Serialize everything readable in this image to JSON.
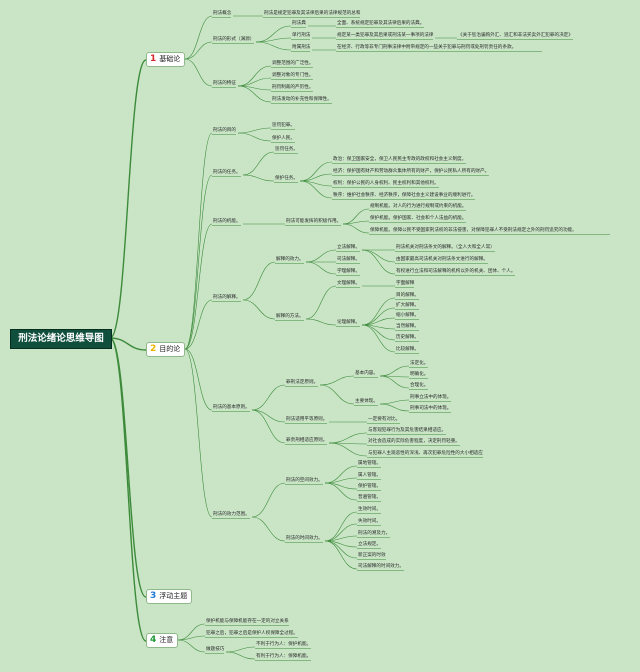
{
  "colors": {
    "background": "#c9e5c6",
    "line": "#3c8a3a",
    "root_bg": "#0f4f3b",
    "n1": "#d9262c",
    "n2": "#e9b500",
    "n3": "#1f7bd6",
    "n4": "#1f9a3a"
  },
  "root": "刑法论绪论思维导图",
  "branches": [
    {
      "num": "1",
      "label": "基础论"
    },
    {
      "num": "2",
      "label": "目的论"
    },
    {
      "num": "3",
      "label": "浮动主题"
    },
    {
      "num": "4",
      "label": "注意"
    }
  ],
  "nodes": [
    "刑法概念",
    "刑法是规定犯罪及其法律后果的法律规范的总和",
    "刑法的形式（渊源）",
    "刑法典",
    "全面、系统规定犯罪及其法律后果的法典。",
    "单行刑法",
    "规定某一类犯罪及其后果或刑法某一事项的法律",
    "《关于惩治骗购外汇、逃汇和非法买卖外汇犯罪的决定》",
    "附属刑法",
    "在经济、行政等非专门刑事法律中附带规定的一些关于犯罪与刑罚或处刑罚责任的条款。",
    "刑法的特征",
    "调整范围的广泛性。",
    "调整对象的专门性。",
    "刑罚制裁的严厉性。",
    "刑法发动的补充性和保障性。",
    "刑法的目的",
    "惩罚犯罪。",
    "保护人民。",
    "刑法的任务。",
    "惩罚任务。",
    "保护任务。",
    "政治：保卫国家安全，保卫人民民主专政的政权和社会主义制度。",
    "经济：保护国有财产和劳动群众集体所有的财产，保护公民私人所有的财产。",
    "权利：保护公民的人身权利、民主权利和其他权利。",
    "秩序：维护社会秩序、经济秩序，保障社会主义建设事业的顺利进行。",
    "刑法的机能。",
    "刑法可能发挥的积极作用。",
    "规制机能。对人的行为进行规制或约束的机能。",
    "保护机能。保护国家、社会和个人法益的机能。",
    "保障机能。保障公民不受国家刑法权的非法侵害，对保障犯罪人不受刑法规定之外的刑罚追究的功能。",
    "刑法的解释。",
    "解释的效力。",
    "立法解释。",
    "刑法机关对刑法条文的解释。（全人大和全人常）",
    "司法解释。",
    "由国家最高司法机关对刑法条文进行的解释。",
    "学理解释。",
    "有权进行立法和司法解释的机构以外的机关、团体、个人。",
    "解释的方法。",
    "文理解释。",
    "字面解释",
    "论理解释。",
    "目的解释。",
    "扩大解释。",
    "缩小解释。",
    "当然解释。",
    "历史解释。",
    "比较解释。",
    "刑法的基本原则。",
    "罪刑法定原则。",
    "基本内容。",
    "法定化。",
    "明确化。",
    "合理化。",
    "主要体现。",
    "刑事立法中的体现。",
    "刑事司法中的体现。",
    "刑法适用平等原则。",
    "一定要有对比。",
    "罪责刑相适应原则。",
    "与客观犯罪行为及其危害结果相适应。",
    "对社会造成的实际危害程度，决定刑罚轻重。",
    "与犯罪人主观恶性的深浅、再次犯罪危险性的大小相适应",
    "刑法的效力范围。",
    "刑法的空间效力。",
    "属地管辖。",
    "属人管辖。",
    "保护管辖。",
    "普遍管辖。",
    "刑法的时间效力。",
    "生效时间。",
    "失效时间。",
    "刑法的溯及力。",
    "立法规定。",
    "新正案的时效",
    "司法解释的时间效力。",
    "保护机能与保障机能存在一定的对立关系",
    "犯罪之后，犯罪之后是保护人权保障全过程。",
    "做题技巧",
    "不利于行为人：保护机能。",
    "有利于行为人：保障机能。"
  ]
}
